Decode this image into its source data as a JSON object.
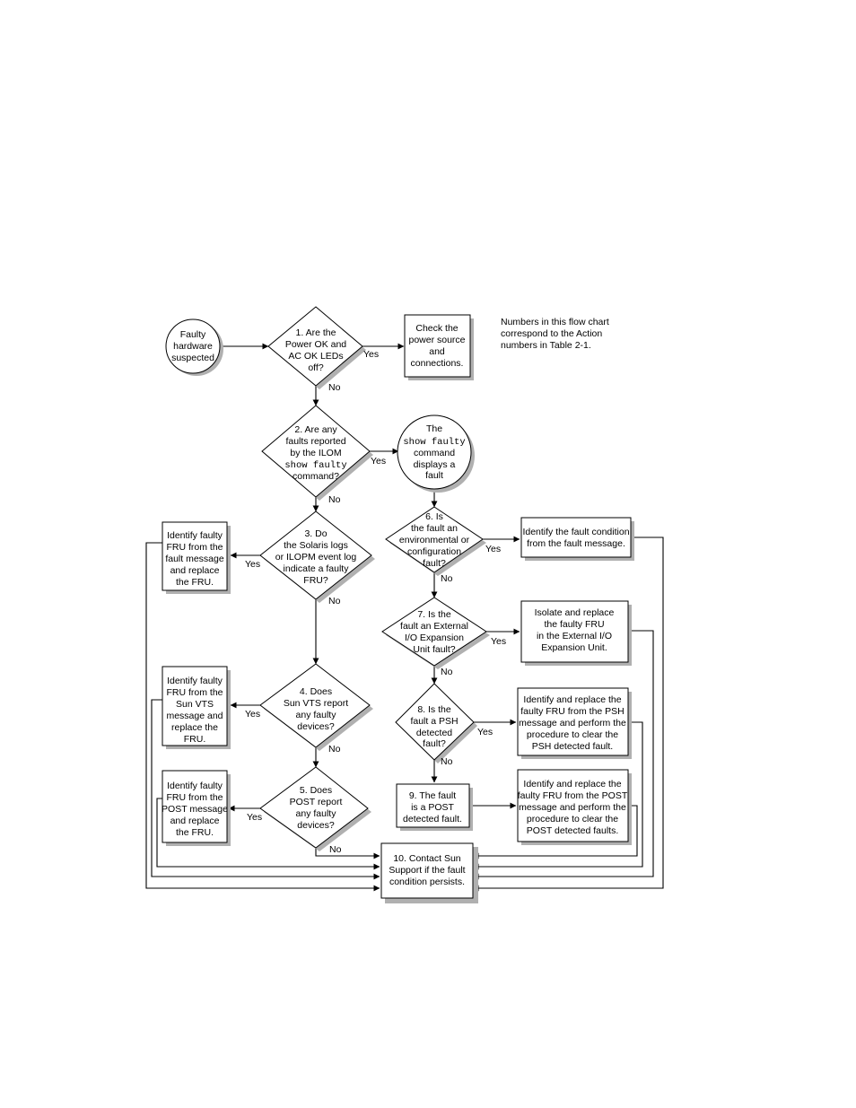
{
  "note": [
    "Numbers in this flow chart",
    "correspond to the Action",
    "numbers in Table 2-1."
  ],
  "nodes": {
    "start": [
      "Faulty",
      "hardware",
      "suspected"
    ],
    "d1": [
      "1. Are the",
      "Power OK and",
      "AC OK LEDs",
      "off?"
    ],
    "check_power": [
      "Check the",
      "power source",
      "and",
      "connections."
    ],
    "d2": [
      "2. Are any",
      "faults reported",
      "by the ILOM",
      "show faulty",
      "command?"
    ],
    "show_faulty": [
      "The",
      "show faulty",
      "command",
      "displays a",
      "fault"
    ],
    "d3": [
      "3. Do",
      "the Solaris logs",
      "or ILOPM event log",
      "indicate a faulty",
      "FRU?"
    ],
    "id_fru_fault": [
      "Identify faulty",
      "FRU from the",
      "fault message",
      "and replace",
      "the FRU."
    ],
    "d4": [
      "4. Does",
      "Sun VTS report",
      "any faulty",
      "devices?"
    ],
    "id_fru_vts": [
      "Identify faulty",
      "FRU from the",
      "Sun VTS",
      "message and",
      "replace the",
      "FRU."
    ],
    "d5": [
      "5. Does",
      "POST report",
      "any faulty",
      "devices?"
    ],
    "id_fru_post": [
      "Identify faulty",
      "FRU from the",
      "POST message",
      "and replace",
      "the FRU."
    ],
    "d6": [
      "6. Is",
      "the fault an",
      "environmental or",
      "configuration",
      "fault?"
    ],
    "id_condition": [
      "Identify the fault condition",
      "from the fault message."
    ],
    "d7": [
      "7. Is the",
      "fault an External",
      "I/O Expansion",
      "Unit fault?"
    ],
    "isolate": [
      "Isolate and replace",
      "the faulty FRU",
      "in the External I/O",
      "Expansion Unit."
    ],
    "d8": [
      "8. Is the",
      "fault a PSH",
      "detected",
      "fault?"
    ],
    "psh_fix": [
      "Identify and replace the",
      "faulty FRU from the PSH",
      "message and perform the",
      "procedure to clear the",
      "PSH detected fault."
    ],
    "b9": [
      "9. The fault",
      "is a POST",
      "detected fault."
    ],
    "post_fix": [
      "Identify and replace the",
      "faulty FRU from the POST",
      "message and perform the",
      "procedure to clear the",
      "POST detected faults."
    ],
    "b10": [
      "10. Contact Sun",
      "Support if the fault",
      "condition persists."
    ]
  },
  "labels": {
    "yes": "Yes",
    "no": "No"
  }
}
